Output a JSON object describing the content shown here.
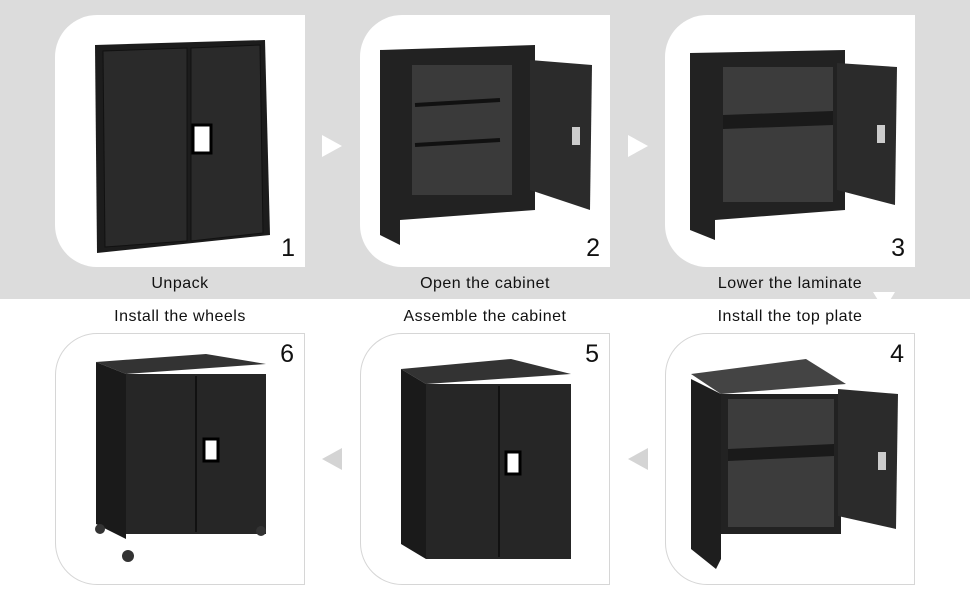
{
  "steps": [
    {
      "number": "1",
      "label": "Unpack"
    },
    {
      "number": "2",
      "label": "Open the cabinet"
    },
    {
      "number": "3",
      "label": "Lower the laminate"
    },
    {
      "number": "4",
      "label": "Install the top plate"
    },
    {
      "number": "5",
      "label": "Assemble the cabinet"
    },
    {
      "number": "6",
      "label": "Install the wheels"
    }
  ],
  "colors": {
    "band": "#dcdcdc",
    "cabinet": "#1e1e1e",
    "arrow_top": "#ffffff",
    "arrow_bottom": "#d4d4d4"
  }
}
